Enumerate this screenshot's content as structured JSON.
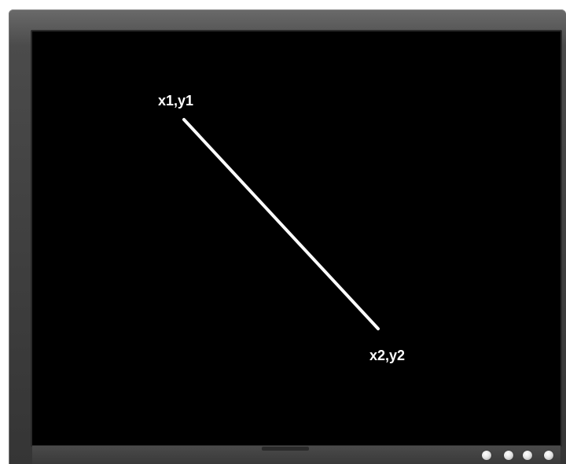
{
  "diagram": {
    "start_label": "x1,y1",
    "end_label": "x2,y2",
    "line_color": "#ffffff",
    "screen_color": "#000000"
  },
  "monitor": {
    "bezel_color": "#444444",
    "button_count": 4,
    "button_icon": "round-button-icon"
  }
}
